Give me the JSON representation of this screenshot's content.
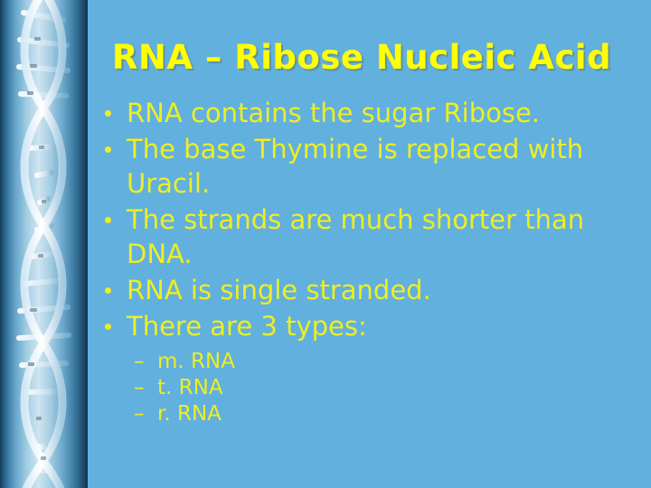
{
  "slide": {
    "title": "RNA – Ribose Nucleic Acid",
    "background_color": "#62b0de",
    "title_color": "#ffff00",
    "body_color": "#eeee22",
    "bullets": [
      {
        "text": "RNA contains the sugar Ribose."
      },
      {
        "text": "The base Thymine is replaced with Uracil."
      },
      {
        "text": "The strands are much shorter than DNA."
      },
      {
        "text": "RNA is single stranded."
      },
      {
        "text": "There are 3 types:"
      }
    ],
    "sub_bullets": [
      {
        "marker": "–",
        "text": "m. RNA"
      },
      {
        "marker": "–",
        "text": "t. RNA"
      },
      {
        "marker": "–",
        "text": "r. RNA"
      }
    ],
    "decoration": {
      "name": "dna-double-helix-image",
      "colors": [
        "#123c5e",
        "#5ba0c8",
        "#b9d9ea",
        "#ffffff"
      ]
    }
  }
}
